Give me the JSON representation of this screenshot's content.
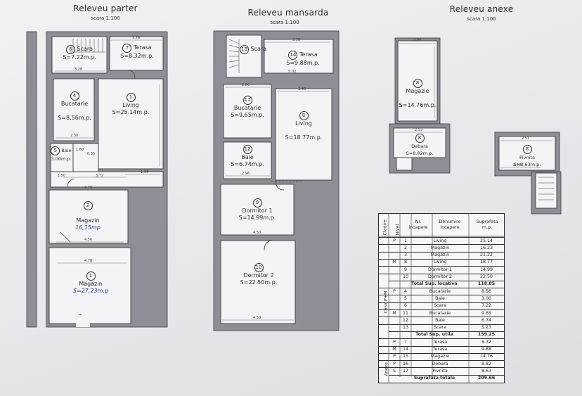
{
  "titles": {
    "parter": "Releveu parter",
    "mansarda": "Releveu mansarda",
    "anexe": "Releveu anexe",
    "scale": "scara 1:100"
  },
  "rooms_parter": [
    {
      "num": "6",
      "name": "Scara",
      "area": "S=7.22m.p."
    },
    {
      "num": "7",
      "name": "Terasa",
      "area": "S=8.32m.p."
    },
    {
      "num": "4",
      "name": "Bucatarie",
      "area": "S=8.56m.p."
    },
    {
      "num": "1",
      "name": "Living",
      "area": "S=25.14m.p."
    },
    {
      "num": "5",
      "name": "Baie",
      "area": "3.00m.p."
    },
    {
      "num": "2",
      "name": "Magazin",
      "area": "16,15mp"
    },
    {
      "num": "1",
      "name": "Magazin",
      "area": "S=27,23m.p"
    }
  ],
  "rooms_mansarda": [
    {
      "num": "13",
      "name": "Scara",
      "area": ""
    },
    {
      "num": "14",
      "name": "Terasa",
      "area": "S=9.88m.p."
    },
    {
      "num": "11",
      "name": "Bucatarie",
      "area": "S=9.65m.p."
    },
    {
      "num": "8",
      "name": "Living",
      "area": "S=18.77m.p."
    },
    {
      "num": "12",
      "name": "Baie",
      "area": "S=6.74m.p."
    },
    {
      "num": "9",
      "name": "Dormitor 1",
      "area": "S=14.99m.p."
    },
    {
      "num": "10",
      "name": "Dormitor 2",
      "area": "S=22.50m.p."
    }
  ],
  "rooms_anexe": [
    {
      "num": "8",
      "name": "Magazie",
      "area": "S=14.76m.p."
    },
    {
      "num": "8",
      "name": "Debara",
      "area": "S=8.82m.p."
    },
    {
      "num": "8",
      "name": "Pivnita",
      "area": "S=8.63m.p."
    }
  ],
  "dims": {
    "p_378": "3.78",
    "p_328": "3.28",
    "p_230": "2.30",
    "p_160": "1.60",
    "p_035": "0.35",
    "p_372": "3.72",
    "p_194": "1.94",
    "p_150": "1.50",
    "p_479": "4.79",
    "p_456": "4.56",
    "p_478": "4.78",
    "m_358": "3.58",
    "m_502": "5.02",
    "m_340": "3.40",
    "m_286": "2.86",
    "m_296": "2.96",
    "m_450": "4.50",
    "m_450b": "4.50",
    "a_294": "2.94",
    "a_253": "2.53",
    "a_251": "2.51",
    "a_240": "2.40"
  },
  "table": {
    "headers": {
      "cladire": "Cladire",
      "nivel": "Nivel",
      "nr": "Nr. incapere",
      "denumire": "Denumire incapere",
      "suprafata": "Suprafata m.p."
    },
    "group_casa": "Casa P+M",
    "group_anexe": "Anexe",
    "rows": [
      {
        "nivel": "P",
        "nr": "1",
        "den": "Living",
        "s": "25.14"
      },
      {
        "nivel": "",
        "nr": "2",
        "den": "Magazin",
        "s": "16.23"
      },
      {
        "nivel": "",
        "nr": "3",
        "den": "Magazin",
        "s": "21.22"
      },
      {
        "nivel": "M",
        "nr": "8",
        "den": "Living",
        "s": "18.77"
      },
      {
        "nivel": "",
        "nr": "9",
        "den": "Dormitor 1",
        "s": "14.99"
      },
      {
        "nivel": "",
        "nr": "10",
        "den": "Dormitor 2",
        "s": "22.50"
      },
      {
        "total": "Total Sup. locativa",
        "s": "118.85"
      },
      {
        "nivel": "P",
        "nr": "4",
        "den": "Bucatarie",
        "s": "8.56"
      },
      {
        "nivel": "",
        "nr": "5",
        "den": "Baie",
        "s": "3.00"
      },
      {
        "nivel": "",
        "nr": "6",
        "den": "Scara",
        "s": "7.22"
      },
      {
        "nivel": "M",
        "nr": "11",
        "den": "Bucatarie",
        "s": "9.65"
      },
      {
        "nivel": "",
        "nr": "12",
        "den": "Baie",
        "s": "6.74"
      },
      {
        "nivel": "",
        "nr": "13",
        "den": "Scara",
        "s": "5.23"
      },
      {
        "total": "Total Sup. utila",
        "s": "159.25"
      },
      {
        "nivel": "P",
        "nr": "7",
        "den": "Terasa",
        "s": "8.32"
      },
      {
        "nivel": "M",
        "nr": "14",
        "den": "Terasa",
        "s": "9.88"
      },
      {
        "nivel": "P",
        "nr": "15",
        "den": "Magazie",
        "s": "14.76"
      },
      {
        "nivel": "P",
        "nr": "16",
        "den": "Debara",
        "s": "8.82"
      },
      {
        "nivel": "S",
        "nr": "17",
        "den": "Pivnita",
        "s": "8.63"
      },
      {
        "total": "Suprafata totala",
        "s": "209.66"
      }
    ]
  }
}
